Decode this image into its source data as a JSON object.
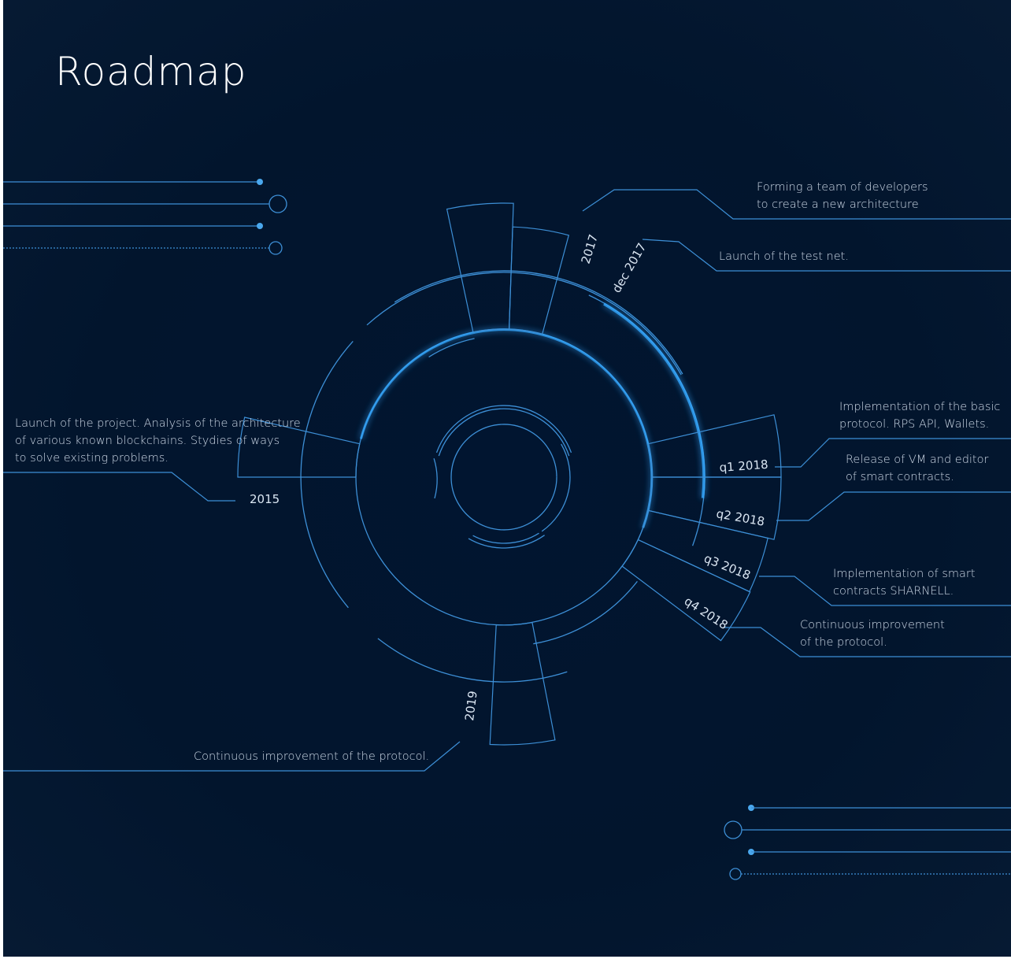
{
  "title": "Roadmap",
  "colors": {
    "background": "#02152d",
    "line": "#3d8fd6",
    "glow": "#35a8ff",
    "text": "#cdd8e6"
  },
  "milestones": [
    {
      "period": "2015",
      "description": "Launch of the project. Analysis of the architecture\nof various known blockchains. Stydies of ways\nto solve existing problems."
    },
    {
      "period": "2017",
      "description": "Forming a team of developers\nto create a new architecture"
    },
    {
      "period": "dec 2017",
      "description": "Launch of the test net."
    },
    {
      "period": "q1 2018",
      "description": "Implementation of the basic\nprotocol. RPS API, Wallets."
    },
    {
      "period": "q2 2018",
      "description": "Release of VM and editor\nof smart contracts."
    },
    {
      "period": "q3 2018",
      "description": "Implementation of smart\ncontracts SHARNELL."
    },
    {
      "period": "q4 2018",
      "description": "Continuous improvement\nof the protocol."
    },
    {
      "period": "2019",
      "description": "Continuous improvement of the protocol."
    }
  ]
}
